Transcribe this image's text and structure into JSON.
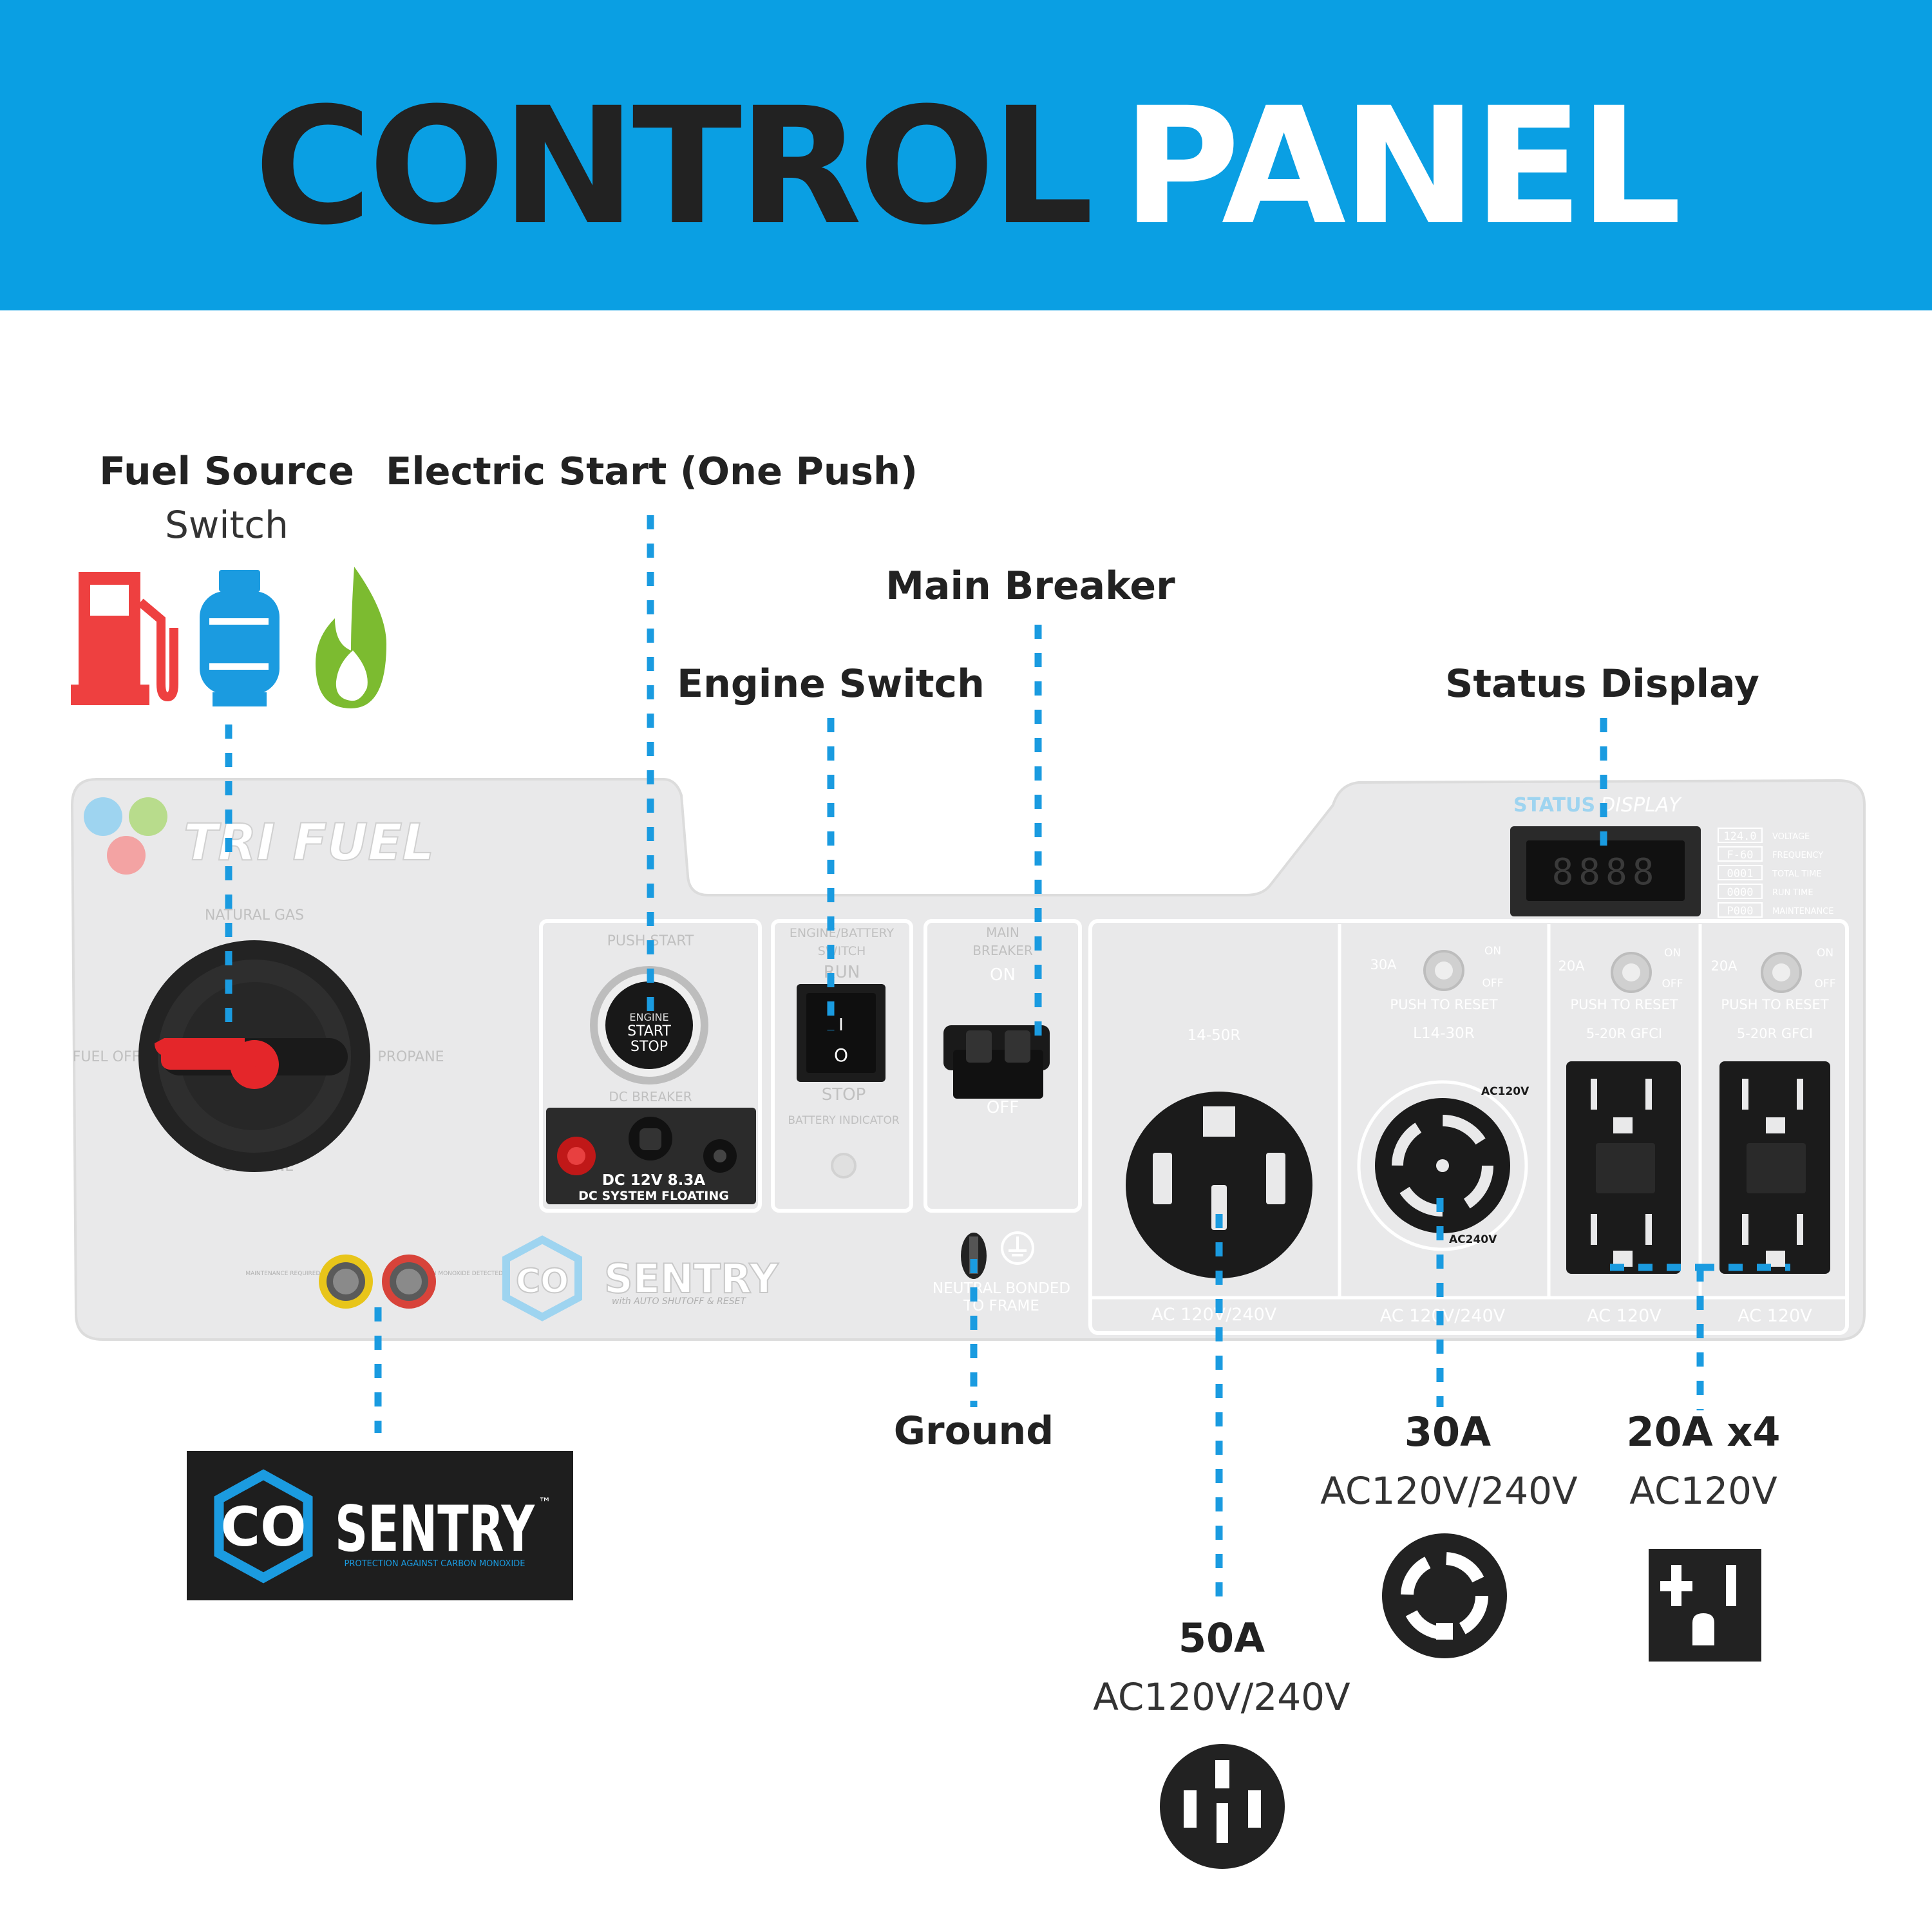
{
  "colors": {
    "banner": "#0a9fe3",
    "title_dark": "#222222",
    "title_light": "#ffffff",
    "leader": "#1a9be0",
    "panel_bg": "#e9e9ea",
    "gasoline_icon": "#ee4040",
    "propane_icon": "#1b9be0",
    "natural_gas_icon": "#7cbb30",
    "knob_red": "#e4262a"
  },
  "header": {
    "title_dark": "CONTROL",
    "title_light": "PANEL"
  },
  "callouts": {
    "fuel_source": {
      "title": "Fuel Source",
      "subtitle": "Switch"
    },
    "electric_start": {
      "title": "Electric Start (One Push)"
    },
    "main_breaker": {
      "title": "Main Breaker"
    },
    "engine_switch": {
      "title": "Engine Switch"
    },
    "status_display": {
      "title": "Status Display"
    },
    "ground": {
      "title": "Ground"
    },
    "outlet_30a": {
      "title": "30A",
      "subtitle": "AC120V/240V"
    },
    "outlet_20a": {
      "title": "20A x4",
      "subtitle": "AC120V"
    },
    "outlet_50a": {
      "title": "50A",
      "subtitle": "AC120V/240V"
    }
  },
  "fuel_icons": [
    "gas-pump-icon",
    "propane-tank-icon",
    "natural-gas-flame-icon"
  ],
  "co_sentry_badge": {
    "left": "CO",
    "right": "SENTRY",
    "trademark": "™",
    "tagline": "PROTECTION AGAINST CARBON MONOXIDE"
  },
  "panel": {
    "brand": "TRI FUEL",
    "fuel_labels": {
      "natural_gas": "NATURAL GAS",
      "fuel_off": "FUEL OFF",
      "propane": "PROPANE",
      "gasoline": "GASOLINE"
    },
    "push_start": {
      "label": "PUSH START",
      "line1": "ENGINE",
      "line2": "START",
      "line3": "STOP"
    },
    "dc_breaker": {
      "label": "DC BREAKER",
      "spec": "DC 12V 8.3A",
      "note": "DC SYSTEM FLOATING"
    },
    "engine_battery": {
      "label1": "ENGINE/BATTERY",
      "label2": "SWITCH",
      "run": "RUN",
      "on_mark": "I",
      "off_mark": "O",
      "stop": "STOP",
      "battery": "BATTERY INDICATOR"
    },
    "main_breaker": {
      "label1": "MAIN",
      "label2": "BREAKER",
      "on": "ON",
      "off": "OFF"
    },
    "status_display": {
      "title_a": "STATUS",
      "title_b": "DISPLAY",
      "digits": "8888",
      "rows": [
        {
          "code": "124.0",
          "label": "VOLTAGE"
        },
        {
          "code": "F-60",
          "label": "FREQUENCY"
        },
        {
          "code": "0001",
          "label": "TOTAL TIME"
        },
        {
          "code": "0000",
          "label": "RUN TIME"
        },
        {
          "code": "P000",
          "label": "MAINTENANCE"
        }
      ]
    },
    "outlets": {
      "o50": {
        "model": "14-50R",
        "volt": "AC 120V/240V"
      },
      "o30": {
        "amp": "30A",
        "reset": "PUSH TO RESET",
        "on": "ON",
        "off": "OFF",
        "model": "L14-30R",
        "volt": "AC 120V/240V",
        "ring_a": "AC120V",
        "ring_b": "AC240V"
      },
      "o20a": {
        "amp": "20A",
        "reset": "PUSH TO RESET",
        "on": "ON",
        "off": "OFF",
        "model": "5-20R GFCI",
        "volt": "AC 120V"
      },
      "o20b": {
        "amp": "20A",
        "reset": "PUSH TO RESET",
        "on": "ON",
        "off": "OFF",
        "model": "5-20R GFCI",
        "volt": "AC 120V"
      }
    },
    "co_sentry": {
      "left": "CO",
      "right": "SENTRY",
      "tagline": "with AUTO SHUTOFF & RESET"
    },
    "indicators": {
      "maintenance": "MAINTENANCE REQUIRED SEE MANUAL",
      "carbon": "CARBON MONOXIDE DETECTED"
    },
    "ground": {
      "line1": "NEUTRAL BONDED",
      "line2": "TO FRAME"
    }
  }
}
